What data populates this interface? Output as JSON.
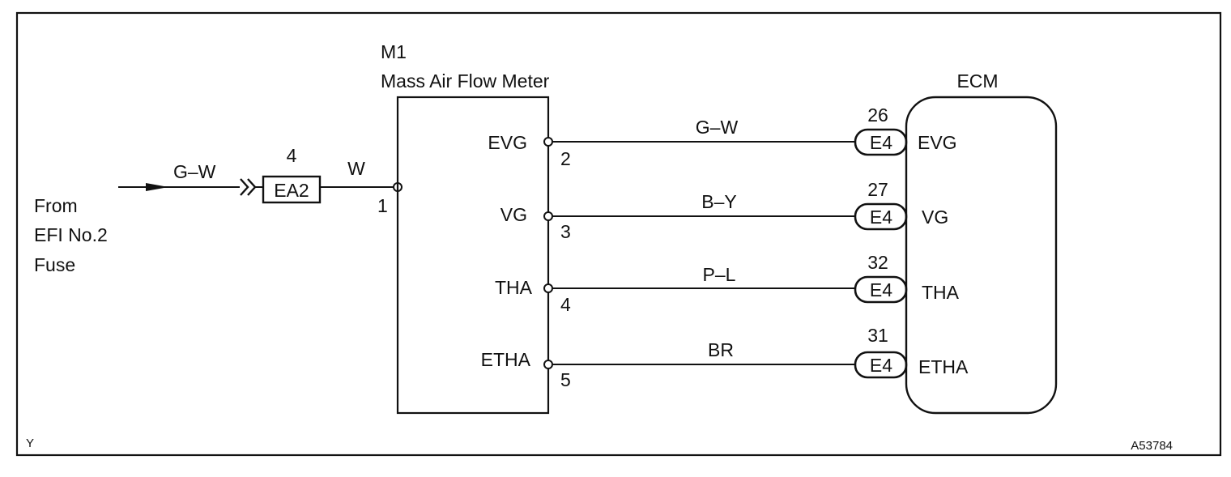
{
  "source": {
    "from_text": [
      "From",
      "EFI No.2",
      "Fuse"
    ],
    "wire_color": "G–W"
  },
  "connector_ea2": {
    "name": "EA2",
    "pin": "4",
    "wire_color": "W"
  },
  "meter": {
    "code": "M1",
    "name": "Mass Air Flow Meter",
    "input_pin": "1",
    "terminals": [
      {
        "label": "EVG",
        "pin": "2"
      },
      {
        "label": "VG",
        "pin": "3"
      },
      {
        "label": "THA",
        "pin": "4"
      },
      {
        "label": "ETHA",
        "pin": "5"
      }
    ]
  },
  "wires": [
    "G–W",
    "B–Y",
    "P–L",
    "BR"
  ],
  "ecm": {
    "title": "ECM",
    "connector": "E4",
    "pins": [
      "26",
      "27",
      "32",
      "31"
    ],
    "terminals": [
      "EVG",
      "VG",
      "THA",
      "ETHA"
    ]
  },
  "footer": {
    "left_mark": "Y",
    "figure_id": "A53784"
  },
  "colors": {
    "line": "#111111",
    "background": "#ffffff"
  }
}
